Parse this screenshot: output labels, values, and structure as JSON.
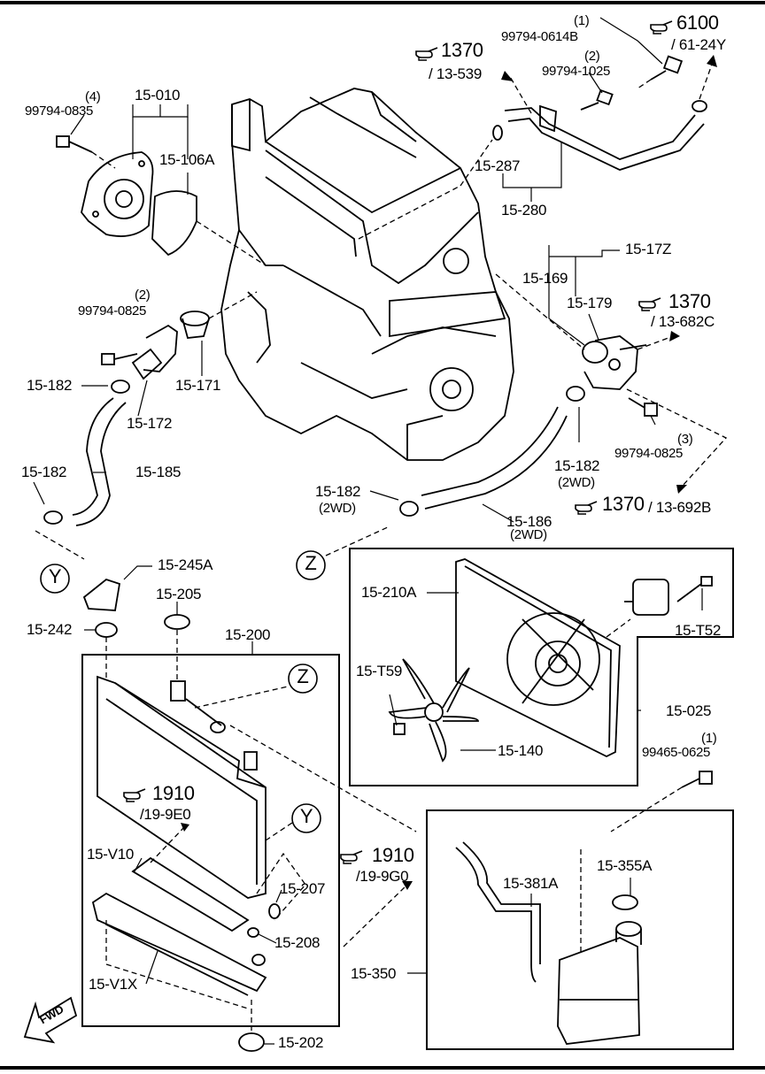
{
  "frame": {
    "hand_icon": "pointing-hand-icon",
    "fwd_label": "FWD"
  },
  "refs": {
    "r6100": {
      "num": "6100",
      "sub": "/ 61-24Y"
    },
    "r1370a": {
      "num": "1370",
      "sub": "/ 13-539"
    },
    "r1370b": {
      "num": "1370",
      "sub": "/ 13-682C"
    },
    "r1370c": {
      "num": "1370",
      "sub": "/ 13-692B"
    },
    "r1910a": {
      "num": "1910",
      "sub": "/19-9E0"
    },
    "r1910b": {
      "num": "1910",
      "sub": "/19-9G0"
    }
  },
  "callouts": {
    "y_mark": "Y",
    "z_mark": "Z"
  },
  "parts": {
    "p15_010": "15-010",
    "p99794_0835": "99794-0835",
    "p99794_0835_qty": "(4)",
    "p15_106A": "15-106A",
    "p99794_0614B": "99794-0614B",
    "p99794_0614B_qty": "(1)",
    "p99794_1025": "99794-1025",
    "p99794_1025_qty": "(2)",
    "p15_287": "15-287",
    "p15_280": "15-280",
    "p15_17Z": "15-17Z",
    "p15_169": "15-169",
    "p15_179": "15-179",
    "p99794_0825a": "99794-0825",
    "p99794_0825a_qty": "(2)",
    "p15_182a": "15-182",
    "p15_172": "15-172",
    "p15_171": "15-171",
    "p15_182b": "15-182",
    "p15_185": "15-185",
    "p15_182c": "15-182",
    "p15_182c_sub": "(2WD)",
    "p15_186": "15-186",
    "p15_186_sub": "(2WD)",
    "p15_182d": "15-182",
    "p15_182d_sub": "(2WD)",
    "p99794_0825b": "99794-0825",
    "p99794_0825b_qty": "(3)",
    "p15_245A": "15-245A",
    "p15_205": "15-205",
    "p15_242": "15-242",
    "p15_200": "15-200",
    "p15_210A": "15-210A",
    "p15_T52": "15-T52",
    "p15_T59": "15-T59",
    "p15_025": "15-025",
    "p15_140": "15-140",
    "p99465_0625": "99465-0625",
    "p99465_0625_qty": "(1)",
    "p15_V10": "15-V10",
    "p15_207": "15-207",
    "p15_208": "15-208",
    "p15_V1X": "15-V1X",
    "p15_202": "15-202",
    "p15_381A": "15-381A",
    "p15_355A": "15-355A",
    "p15_350": "15-350"
  }
}
